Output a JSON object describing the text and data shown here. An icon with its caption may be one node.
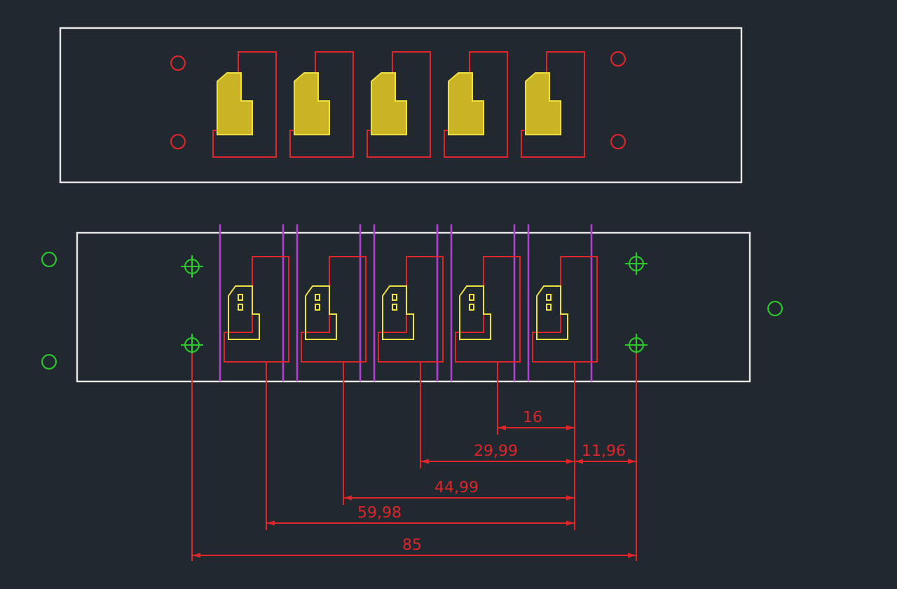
{
  "diagram": {
    "labels": [
      "16",
      "29,99",
      "11,96",
      "44,99",
      "59,98",
      "85"
    ]
  }
}
